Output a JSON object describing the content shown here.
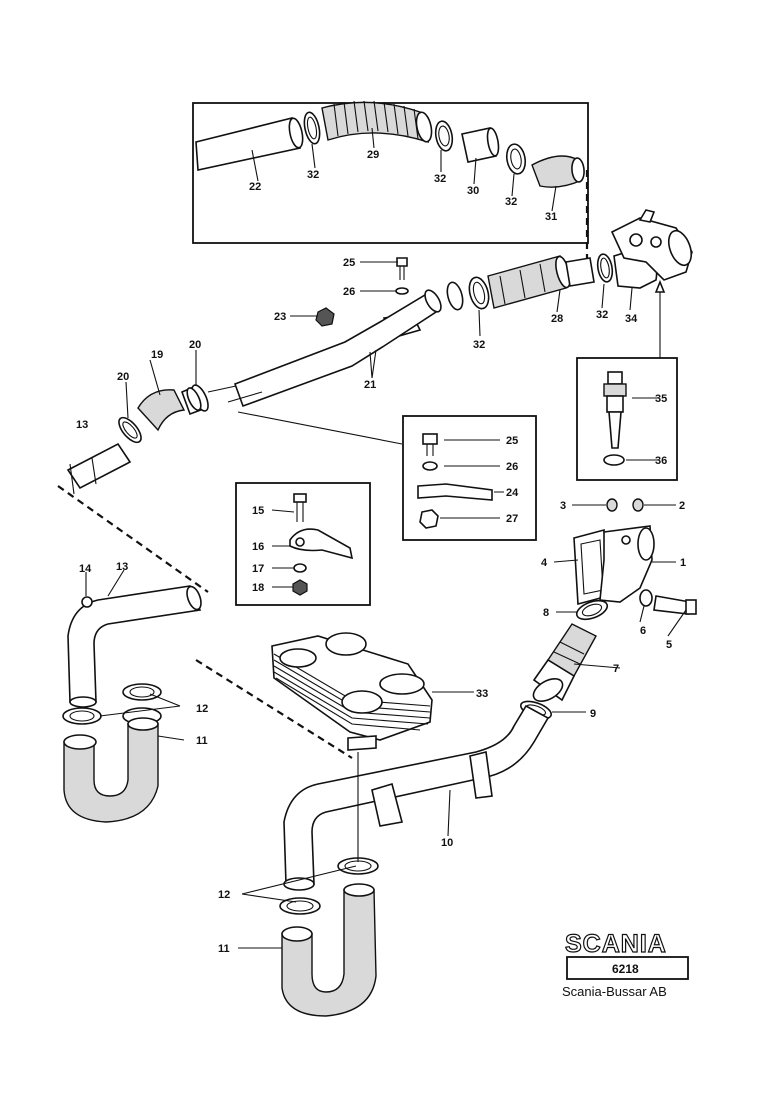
{
  "callouts": [
    {
      "id": "c22a",
      "text": "22"
    },
    {
      "id": "c32a",
      "text": "32"
    },
    {
      "id": "c29",
      "text": "29"
    },
    {
      "id": "c32b",
      "text": "32"
    },
    {
      "id": "c30",
      "text": "30"
    },
    {
      "id": "c32c",
      "text": "32"
    },
    {
      "id": "c31",
      "text": "31"
    },
    {
      "id": "c25a",
      "text": "25"
    },
    {
      "id": "c26a",
      "text": "26"
    },
    {
      "id": "c23",
      "text": "23"
    },
    {
      "id": "c32d",
      "text": "32"
    },
    {
      "id": "c28",
      "text": "28"
    },
    {
      "id": "c32e",
      "text": "32"
    },
    {
      "id": "c34",
      "text": "34"
    },
    {
      "id": "c35",
      "text": "35"
    },
    {
      "id": "c36",
      "text": "36"
    },
    {
      "id": "c19",
      "text": "19"
    },
    {
      "id": "c20a",
      "text": "20"
    },
    {
      "id": "c20b",
      "text": "20"
    },
    {
      "id": "c21",
      "text": "21"
    },
    {
      "id": "c13a",
      "text": "13"
    },
    {
      "id": "c25b",
      "text": "25"
    },
    {
      "id": "c26b",
      "text": "26"
    },
    {
      "id": "c24",
      "text": "24"
    },
    {
      "id": "c27",
      "text": "27"
    },
    {
      "id": "c3",
      "text": "3"
    },
    {
      "id": "c2",
      "text": "2"
    },
    {
      "id": "c15",
      "text": "15"
    },
    {
      "id": "c16",
      "text": "16"
    },
    {
      "id": "c17",
      "text": "17"
    },
    {
      "id": "c18",
      "text": "18"
    },
    {
      "id": "c4",
      "text": "4"
    },
    {
      "id": "c1",
      "text": "1"
    },
    {
      "id": "c14",
      "text": "14"
    },
    {
      "id": "c13b",
      "text": "13"
    },
    {
      "id": "c8",
      "text": "8"
    },
    {
      "id": "c6",
      "text": "6"
    },
    {
      "id": "c5",
      "text": "5"
    },
    {
      "id": "c7",
      "text": "7"
    },
    {
      "id": "c33",
      "text": "33"
    },
    {
      "id": "c12a",
      "text": "12"
    },
    {
      "id": "c11a",
      "text": "11"
    },
    {
      "id": "c9",
      "text": "9"
    },
    {
      "id": "c10",
      "text": "10"
    },
    {
      "id": "c12b",
      "text": "12"
    },
    {
      "id": "c11b",
      "text": "11"
    }
  ],
  "logo": {
    "brand": "SCANIA",
    "code": "6218",
    "maker": "Scania-Bussar AB"
  }
}
